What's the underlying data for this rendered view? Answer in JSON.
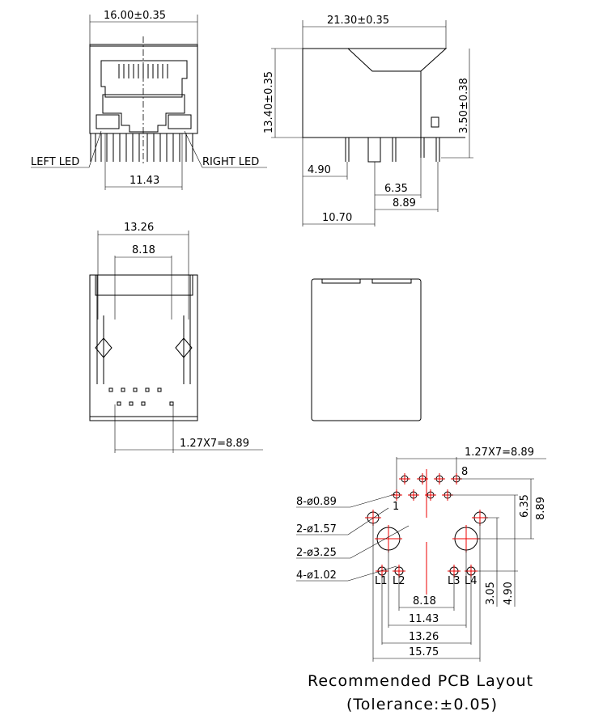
{
  "front_view": {
    "width_dim": "16.00±0.35",
    "pitch_dim": "11.43",
    "left_led": "LEFT LED",
    "right_led": "RIGHT LED"
  },
  "side_view": {
    "length_dim": "21.30±0.35",
    "height_dim": "13.40±0.35",
    "standoff_dim": "3.50±0.38",
    "dim_a": "4.90",
    "dim_b": "6.35",
    "dim_c": "8.89",
    "dim_d": "10.70"
  },
  "bottom_view": {
    "outer_dim": "13.26",
    "inner_dim": "8.18",
    "pin_pitch_dim": "1.27X7=8.89"
  },
  "pcb_layout": {
    "pin_pitch_dim": "1.27X7=8.89",
    "pin8_label": "8",
    "pin1_label": "1",
    "holes_signal": "8-ø0.89",
    "holes_157": "2-ø1.57",
    "holes_325": "2-ø3.25",
    "holes_led": "4-ø1.02",
    "led_labels": [
      "L1",
      "L2",
      "L3",
      "L4"
    ],
    "vdim_635": "6.35",
    "vdim_889": "8.89",
    "vdim_305": "3.05",
    "vdim_490": "4.90",
    "hdim_818": "8.18",
    "hdim_1143": "11.43",
    "hdim_1326": "13.26",
    "hdim_1575": "15.75",
    "title": "Recommended PCB Layout",
    "tolerance": "(Tolerance:±0.05)"
  },
  "colors": {
    "line": "#000000",
    "centerline": "#e00000"
  }
}
